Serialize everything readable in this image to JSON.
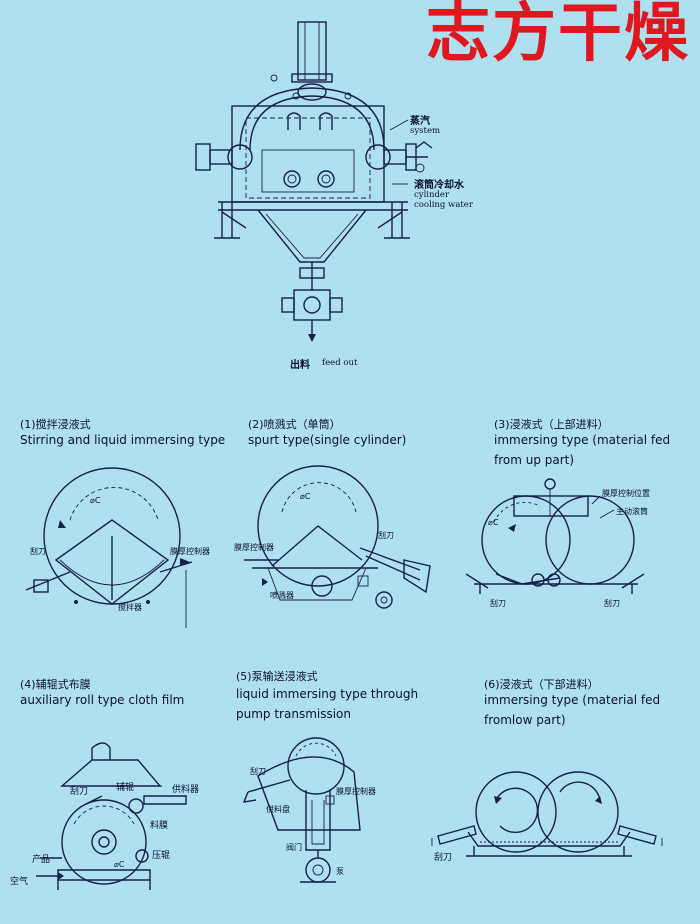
{
  "brand": "志方干燥",
  "main": {
    "steam_cn": "蒸汽",
    "steam_en": "system",
    "cooling_cn": "滚筒冷却水",
    "cooling_en1": "cylinder",
    "cooling_en2": "cooling water",
    "feed_out_cn": "出料",
    "feed_out_en": "feed out"
  },
  "panels": [
    {
      "cn": "(1)搅拌浸液式",
      "en": "Stirring and liquid immersing type",
      "labels": {
        "knife": "刮刀",
        "thickness": "膜厚控制器",
        "stirrer": "搅拌器",
        "dia": "⌀C"
      }
    },
    {
      "cn": "(2)喷溅式（单筒）",
      "en": "spurt type(single cylinder)",
      "labels": {
        "thickness": "膜厚控制器",
        "knife": "刮刀",
        "sprayer": "喷溅器",
        "dia": "⌀C"
      }
    },
    {
      "cn": "(3)浸液式（上部进料）",
      "en": "immersing type (material fed from up part)",
      "labels": {
        "thickness": "膜厚控制位置",
        "main_drum": "主动滚筒",
        "knife_l": "刮刀",
        "knife_r": "刮刀",
        "dia": "⌀C"
      }
    },
    {
      "cn": "(4)辅辊式布膜",
      "en": "auxiliary roll type cloth film",
      "labels": {
        "knife": "刮刀",
        "aux_roll": "辅辊",
        "feeder": "供料器",
        "film": "料膜",
        "press_roll": "压辊",
        "product": "产品",
        "air": "空气",
        "dia": "⌀C"
      }
    },
    {
      "cn": "(5)泵输送浸液式",
      "en": "liquid immersing type through pump transmission",
      "labels": {
        "knife": "刮刀",
        "thickness": "膜厚控制器",
        "tank": "供料盘",
        "valve": "阀门",
        "pump": "泵"
      }
    },
    {
      "cn": "(6)浸液式（下部进料）",
      "en": "immersing type (material fed fromlow part)",
      "labels": {
        "knife": "刮刀"
      }
    }
  ]
}
